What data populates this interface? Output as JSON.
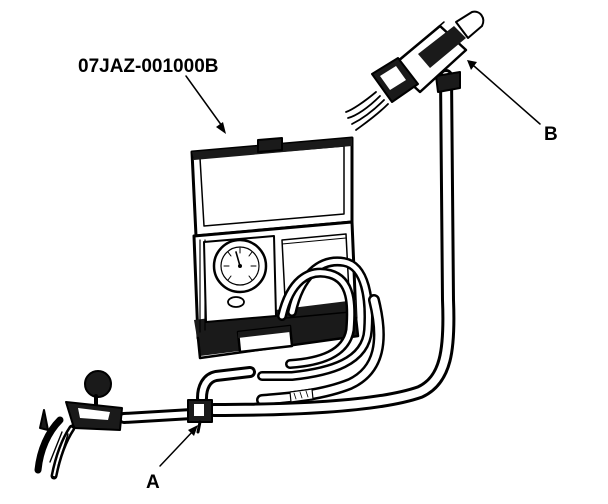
{
  "labels": {
    "part_number": "07JAZ-001000B",
    "callout_a": "A",
    "callout_b": "B"
  },
  "colors": {
    "ink": "#000000",
    "paper": "#ffffff",
    "shade": "#1a1a1a",
    "light_shade": "#9a9a9a"
  }
}
